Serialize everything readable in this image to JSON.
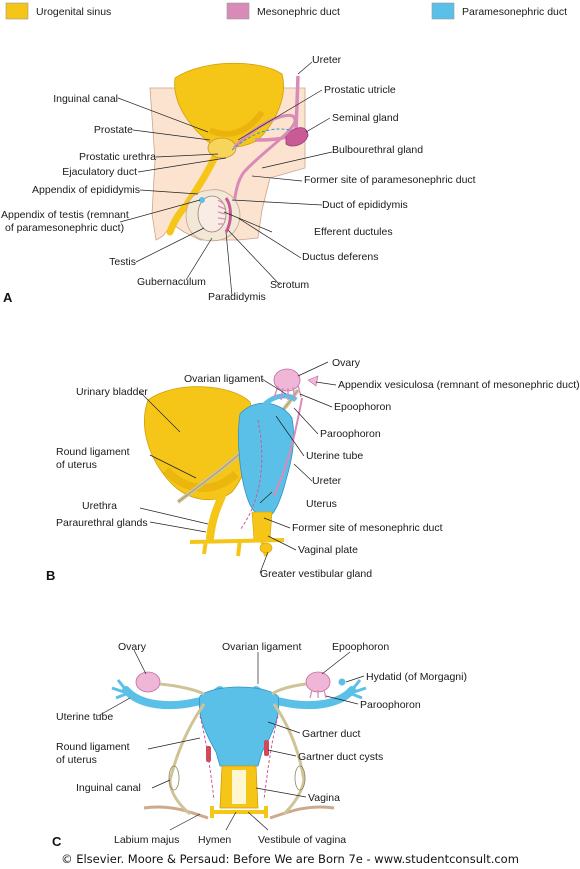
{
  "legend": {
    "items": [
      {
        "label": "Urogenital sinus",
        "color": "#f5c518"
      },
      {
        "label": "Mesonephric duct",
        "color": "#d98bb8"
      },
      {
        "label": "Paramesonephric duct",
        "color": "#5bc0e8"
      }
    ]
  },
  "panels": {
    "a": {
      "letter": "A",
      "labels": {
        "ureter": "Ureter",
        "inguinal_canal": "Inguinal canal",
        "prostatic_utricle": "Prostatic utricle",
        "prostate": "Prostate",
        "seminal_gland": "Seminal gland",
        "prostatic_urethra": "Prostatic urethra",
        "bulbourethral_gland": "Bulbourethral gland",
        "ejaculatory_duct": "Ejaculatory duct",
        "former_site_paramesonephric": "Former site of paramesonephric duct",
        "appendix_epididymis": "Appendix of epididymis",
        "duct_epididymis": "Duct of epididymis",
        "appendix_testis_1": "Appendix of testis (remnant",
        "appendix_testis_2": "of paramesonephric duct)",
        "efferent_ductules": "Efferent ductules",
        "ductus_deferens": "Ductus deferens",
        "testis": "Testis",
        "gubernaculum": "Gubernaculum",
        "scrotum": "Scrotum",
        "paradidymis": "Paradidymis"
      }
    },
    "b": {
      "letter": "B",
      "labels": {
        "ovary": "Ovary",
        "ovarian_ligament": "Ovarian ligament",
        "appendix_vesiculosa": "Appendix vesiculosa (remnant of mesonephric duct)",
        "urinary_bladder": "Urinary bladder",
        "epoophoron": "Epoophoron",
        "paroophoron": "Paroophoron",
        "round_ligament_1": "Round ligament",
        "round_ligament_2": "of uterus",
        "uterine_tube": "Uterine tube",
        "ureter": "Ureter",
        "uterus": "Uterus",
        "urethra": "Urethra",
        "paraurethral_glands": "Paraurethral glands",
        "former_site_mesonephric": "Former site of mesonephric duct",
        "vaginal_plate": "Vaginal plate",
        "greater_vestibular_gland": "Greater vestibular gland"
      }
    },
    "c": {
      "letter": "C",
      "labels": {
        "ovary": "Ovary",
        "ovarian_ligament": "Ovarian ligament",
        "epoophoron": "Epoophoron",
        "hydatid": "Hydatid (of Morgagni)",
        "paroophoron": "Paroophoron",
        "uterine_tube": "Uterine tube",
        "gartner_duct": "Gartner duct",
        "round_ligament_1": "Round ligament",
        "round_ligament_2": "of uterus",
        "gartner_cysts": "Gartner duct cysts",
        "inguinal_canal": "Inguinal canal",
        "vagina": "Vagina",
        "labium_majus": "Labium majus",
        "hymen": "Hymen",
        "vestibule": "Vestibule of vagina"
      }
    }
  },
  "credit": "© Elsevier. Moore & Persaud: Before We are Born 7e - www.studentconsult.com"
}
